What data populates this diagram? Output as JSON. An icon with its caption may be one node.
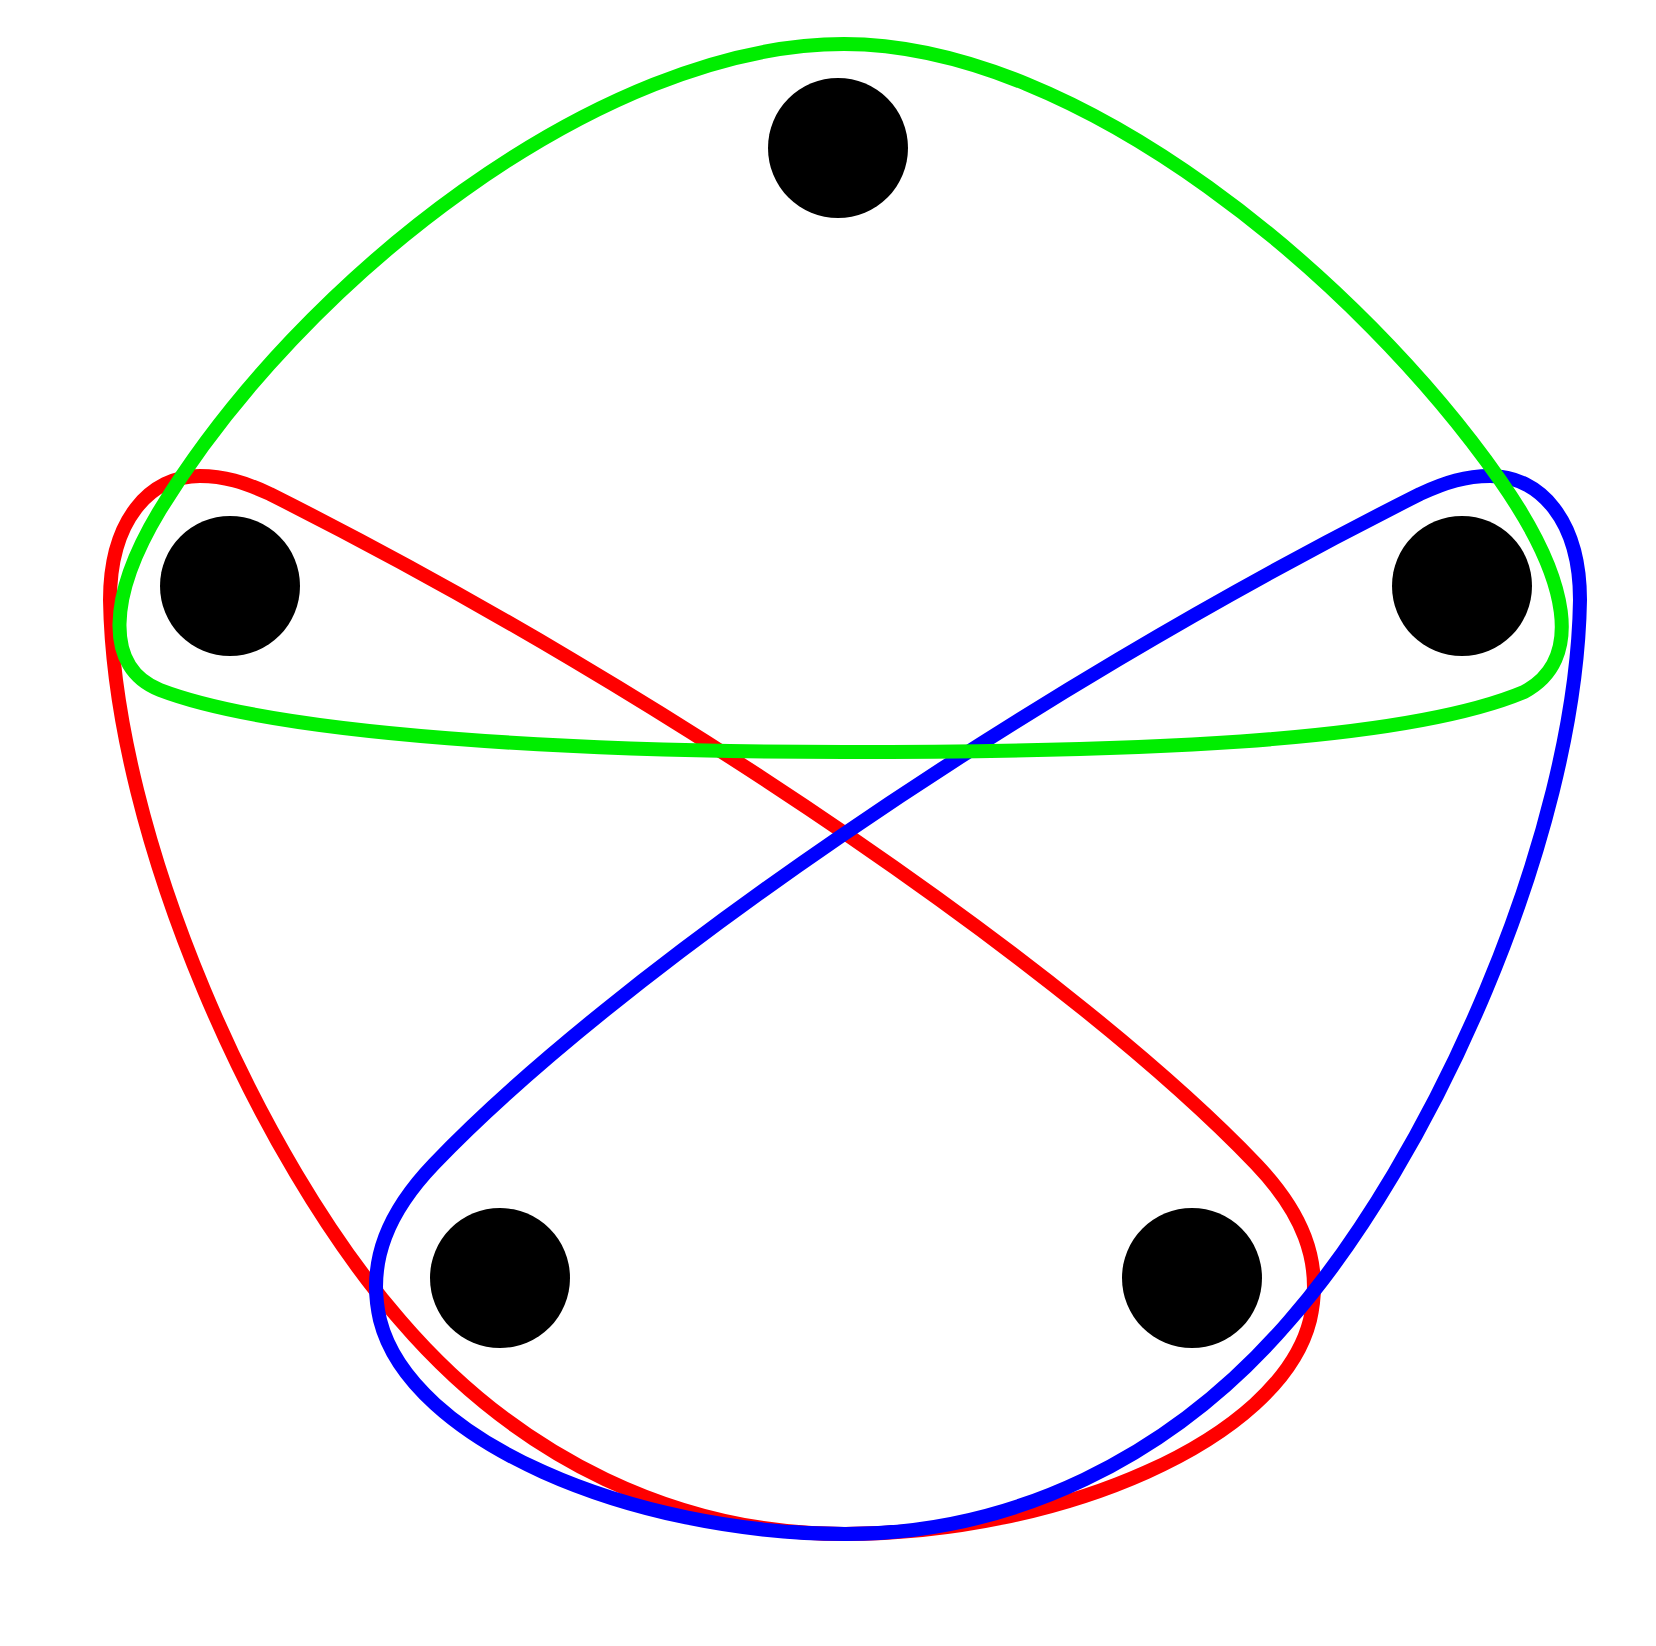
{
  "diagram": {
    "nodes": [
      {
        "text": [],
        "shape": "loop"
      },
      {
        "text": [],
        "shape": "loop"
      },
      {
        "text": [],
        "shape": "loop"
      },
      {
        "text": [],
        "shape": "circle",
        "in": 0
      },
      {
        "text": [],
        "shape": "circle"
      },
      {
        "text": [],
        "shape": "circle"
      },
      {
        "text": [],
        "shape": "circle"
      },
      {
        "text": [],
        "shape": "circle"
      }
    ]
  }
}
